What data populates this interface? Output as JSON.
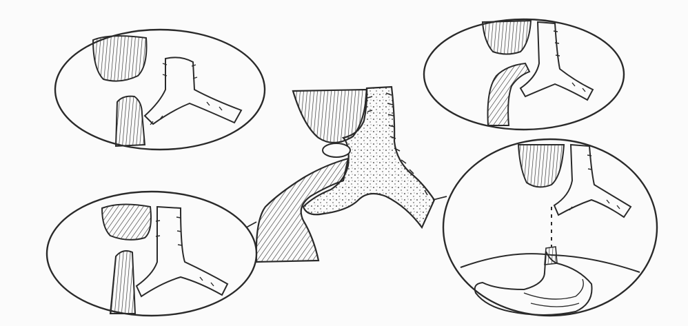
{
  "diagram": {
    "style": "black-and-white line illustration",
    "ink_color": "#2a2a2a",
    "paper_color": "#fbfbfb",
    "panels": [
      {
        "id": "center",
        "shape": "none",
        "description_visible_text": ""
      },
      {
        "id": "top-left",
        "shape": "circle"
      },
      {
        "id": "top-right",
        "shape": "circle"
      },
      {
        "id": "bottom-left",
        "shape": "circle"
      },
      {
        "id": "bottom-right",
        "shape": "circle"
      }
    ]
  }
}
